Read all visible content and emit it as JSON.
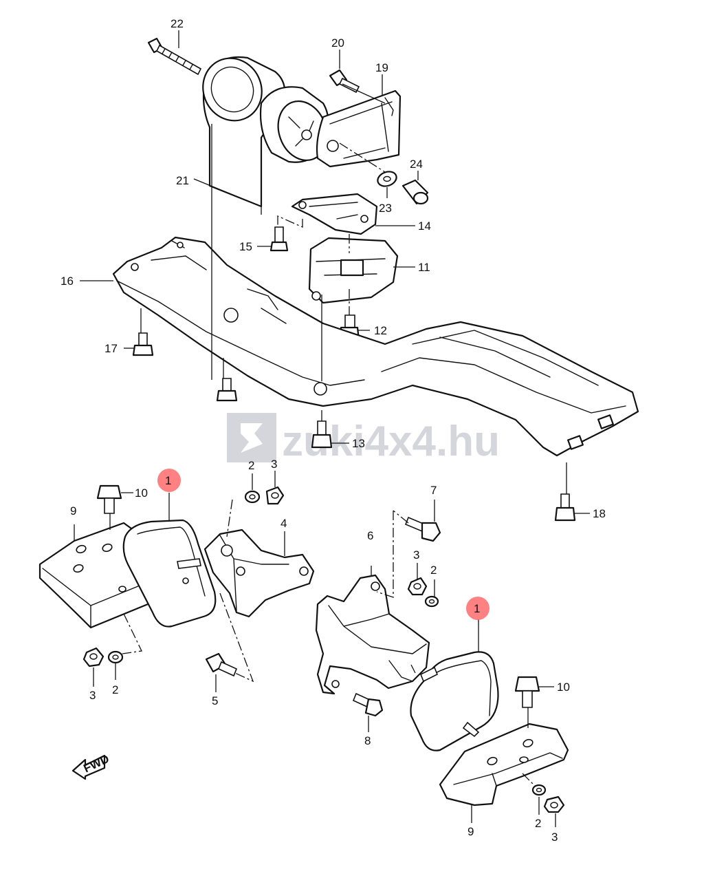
{
  "watermark": {
    "text": "zuki4x4.hu",
    "logo": "suzuki-logo-icon",
    "color": "#d5d5dc"
  },
  "highlight_color": "#ff6b6b",
  "fwd_label": "FWD",
  "callouts": {
    "c1a": "1",
    "c1b": "1",
    "c2a": "2",
    "c2b": "2",
    "c2c": "2",
    "c2d": "2",
    "c3a": "3",
    "c3b": "3",
    "c3c": "3",
    "c3d": "3",
    "c4": "4",
    "c5": "5",
    "c6": "6",
    "c7": "7",
    "c8": "8",
    "c9a": "9",
    "c9b": "9",
    "c10a": "10",
    "c10b": "10",
    "c11": "11",
    "c12": "12",
    "c13": "13",
    "c14": "14",
    "c15": "15",
    "c16": "16",
    "c17": "17",
    "c18": "18",
    "c19": "19",
    "c20": "20",
    "c21": "21",
    "c22": "22",
    "c23": "23",
    "c24": "24"
  }
}
